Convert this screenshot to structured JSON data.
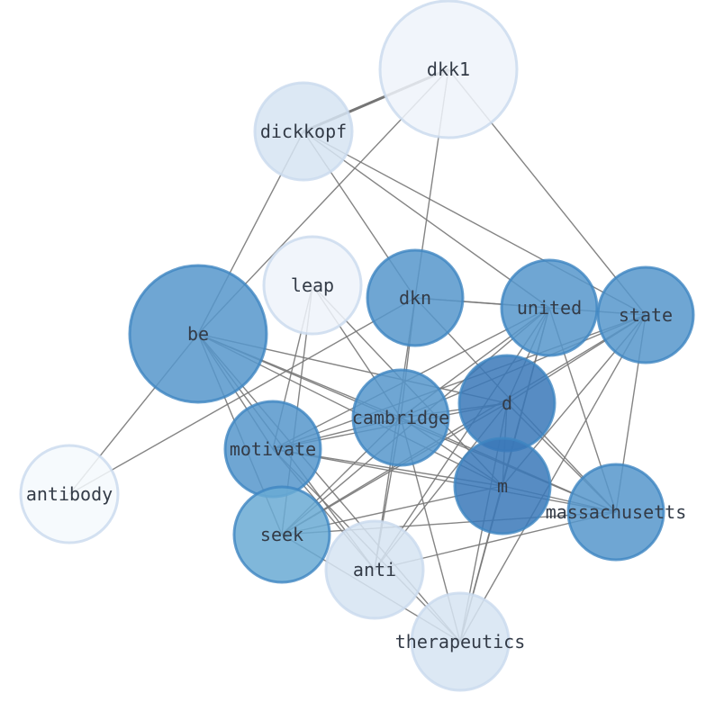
{
  "nodes": [
    {
      "id": "dkk1",
      "label": "dkk1",
      "color": "#eef3fa"
    },
    {
      "id": "dickkopf",
      "label": "dickkopf",
      "color": "#d6e4f2"
    },
    {
      "id": "leap",
      "label": "leap",
      "color": "#eef3fa"
    },
    {
      "id": "dkn",
      "label": "dkn",
      "color": "#5696cb"
    },
    {
      "id": "united",
      "label": "united",
      "color": "#5696cb"
    },
    {
      "id": "state",
      "label": "state",
      "color": "#5696cb"
    },
    {
      "id": "be",
      "label": "be",
      "color": "#5696cb"
    },
    {
      "id": "cambridge",
      "label": "cambridge",
      "color": "#5696cb"
    },
    {
      "id": "d",
      "label": "d",
      "color": "#3a78b8"
    },
    {
      "id": "m",
      "label": "m",
      "color": "#3a78b8"
    },
    {
      "id": "motivate",
      "label": "motivate",
      "color": "#5696cb"
    },
    {
      "id": "antibody",
      "label": "antibody",
      "color": "#f5f9fd"
    },
    {
      "id": "massachusetts",
      "label": "massachusetts",
      "color": "#5696cb"
    },
    {
      "id": "seek",
      "label": "seek",
      "color": "#6aaad4"
    },
    {
      "id": "anti",
      "label": "anti",
      "color": "#d6e4f2"
    },
    {
      "id": "therapeutics",
      "label": "therapeutics",
      "color": "#d6e4f2"
    }
  ],
  "edges": [
    [
      "dkk1",
      "dickkopf"
    ],
    [
      "dkk1",
      "be"
    ],
    [
      "dkk1",
      "dkn"
    ],
    [
      "dkk1",
      "state"
    ],
    [
      "dickkopf",
      "be"
    ],
    [
      "dickkopf",
      "dkn"
    ],
    [
      "dickkopf",
      "united"
    ],
    [
      "dickkopf",
      "state"
    ],
    [
      "leap",
      "motivate"
    ],
    [
      "leap",
      "cambridge"
    ],
    [
      "leap",
      "seek"
    ],
    [
      "leap",
      "m"
    ],
    [
      "dkn",
      "united"
    ],
    [
      "dkn",
      "state"
    ],
    [
      "dkn",
      "antibody"
    ],
    [
      "dkn",
      "massachusetts"
    ],
    [
      "dkn",
      "anti"
    ],
    [
      "dkn",
      "cambridge"
    ],
    [
      "united",
      "cambridge"
    ],
    [
      "united",
      "motivate"
    ],
    [
      "united",
      "massachusetts"
    ],
    [
      "united",
      "seek"
    ],
    [
      "united",
      "anti"
    ],
    [
      "united",
      "d"
    ],
    [
      "united",
      "m"
    ],
    [
      "united",
      "therapeutics"
    ],
    [
      "state",
      "cambridge"
    ],
    [
      "state",
      "massachusetts"
    ],
    [
      "state",
      "therapeutics"
    ],
    [
      "state",
      "m"
    ],
    [
      "state",
      "d"
    ],
    [
      "state",
      "motivate"
    ],
    [
      "state",
      "seek"
    ],
    [
      "be",
      "antibody"
    ],
    [
      "be",
      "cambridge"
    ],
    [
      "be",
      "d"
    ],
    [
      "be",
      "m"
    ],
    [
      "be",
      "motivate"
    ],
    [
      "be",
      "seek"
    ],
    [
      "be",
      "anti"
    ],
    [
      "be",
      "therapeutics"
    ],
    [
      "be",
      "massachusetts"
    ],
    [
      "cambridge",
      "d"
    ],
    [
      "cambridge",
      "m"
    ],
    [
      "cambridge",
      "motivate"
    ],
    [
      "cambridge",
      "massachusetts"
    ],
    [
      "cambridge",
      "seek"
    ],
    [
      "cambridge",
      "anti"
    ],
    [
      "cambridge",
      "therapeutics"
    ],
    [
      "d",
      "m"
    ],
    [
      "d",
      "motivate"
    ],
    [
      "d",
      "seek"
    ],
    [
      "d",
      "anti"
    ],
    [
      "d",
      "massachusetts"
    ],
    [
      "d",
      "therapeutics"
    ],
    [
      "m",
      "motivate"
    ],
    [
      "m",
      "seek"
    ],
    [
      "m",
      "massachusetts"
    ],
    [
      "m",
      "therapeutics"
    ],
    [
      "motivate",
      "massachusetts"
    ],
    [
      "motivate",
      "anti"
    ],
    [
      "motivate",
      "therapeutics"
    ],
    [
      "seek",
      "massachusetts"
    ],
    [
      "seek",
      "therapeutics"
    ],
    [
      "anti",
      "massachusetts"
    ]
  ]
}
